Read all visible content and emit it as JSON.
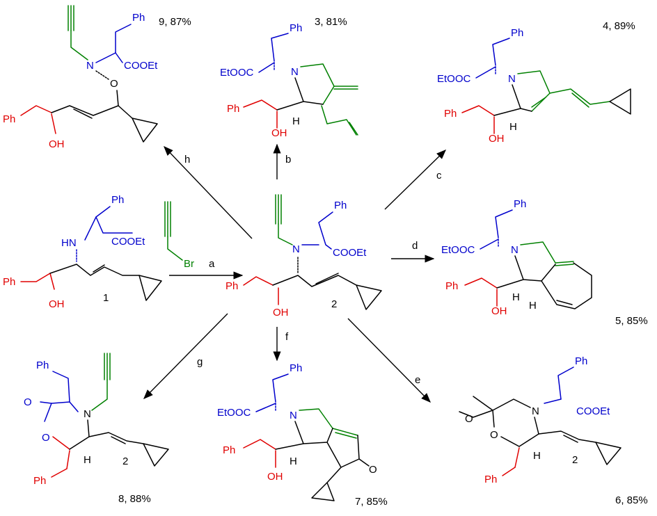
{
  "compounds": {
    "c1": {
      "label": "1"
    },
    "c2_center": {
      "label": "2"
    },
    "c3": {
      "label": "3, 81%"
    },
    "c4": {
      "label": "4, 89%"
    },
    "c5": {
      "label": "5, 85%"
    },
    "c6": {
      "label": "6, 85%",
      "sub": "2"
    },
    "c7": {
      "label": "7, 85%"
    },
    "c8": {
      "label": "8, 88%",
      "sub": "2"
    },
    "c9": {
      "label": "9, 87%"
    }
  },
  "reagent": {
    "br": "Br"
  },
  "arrows": {
    "a": "a",
    "b": "b",
    "c": "c",
    "d": "d",
    "e": "e",
    "f": "f",
    "g": "g",
    "h": "h"
  },
  "atoms": {
    "ph": "Ph",
    "oh": "OH",
    "h": "H",
    "n": "N",
    "hn": "HN",
    "o": "O",
    "cooet": "COOEt",
    "etooc": "EtOOC"
  },
  "colors": {
    "red": "#e00000",
    "blue": "#0000cc",
    "green": "#008000",
    "black": "#000000"
  }
}
